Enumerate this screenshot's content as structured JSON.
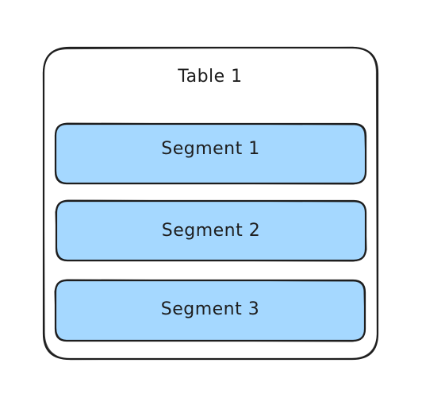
{
  "table": {
    "title": "Table 1"
  },
  "segments": [
    {
      "label": "Segment 1"
    },
    {
      "label": "Segment 2"
    },
    {
      "label": "Segment 3"
    }
  ],
  "colors": {
    "segment_fill": "#a5d8ff",
    "stroke": "#1e1e1e",
    "table_fill": "#ffffff"
  }
}
